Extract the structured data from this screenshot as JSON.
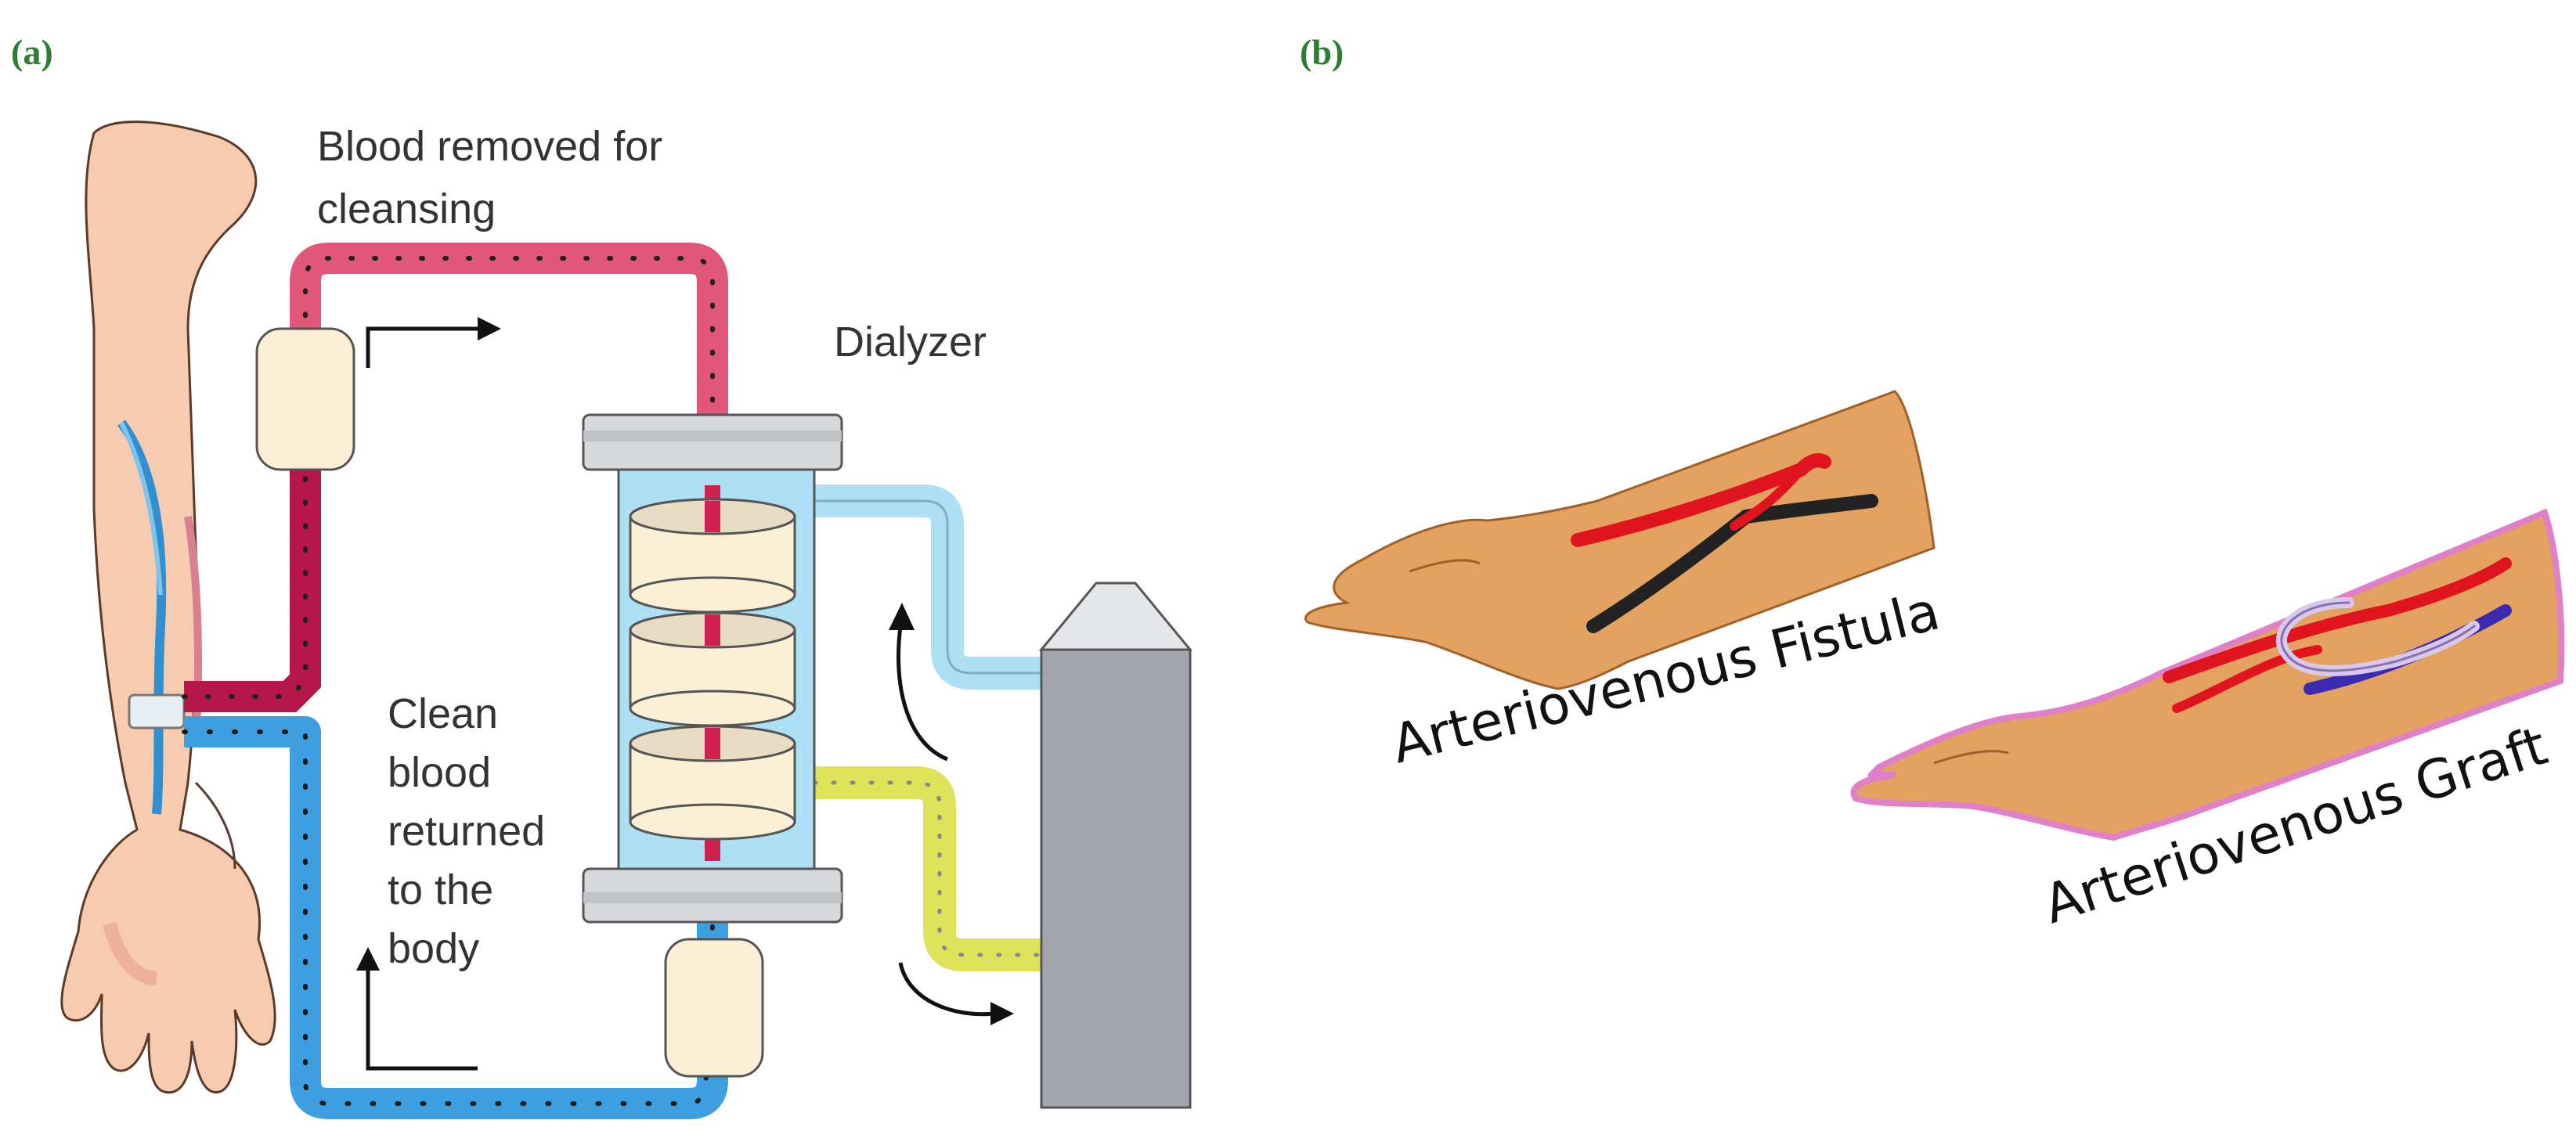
{
  "panel_a": {
    "label": "(a)",
    "blood_removed_line1": "Blood removed for",
    "blood_removed_line2": "cleansing",
    "dialyzer": "Dialyzer",
    "clean_lines": [
      "Clean",
      "blood",
      "returned",
      "to the",
      "body"
    ]
  },
  "panel_b": {
    "label": "(b)",
    "fistula": "Arteriovenous Fistula",
    "graft": "Arteriovenous Graft"
  },
  "colors": {
    "panel_label": "#2e7d32",
    "skin_a": "#f7cbb0",
    "skin_b": "#e3a25f",
    "tube_red": "#e0577a",
    "tube_red_dark": "#b5174a",
    "tube_blue": "#3d9fe0",
    "tube_lightblue": "#aee0f5",
    "tube_yellow": "#dfe35a",
    "machine": "#a3a5ad",
    "filter_core": "#fbefd6",
    "artery": "#e0141e",
    "vein": "#222222",
    "vein_b": "#3a2bb0",
    "graft_loop": "#d8c8ec"
  }
}
